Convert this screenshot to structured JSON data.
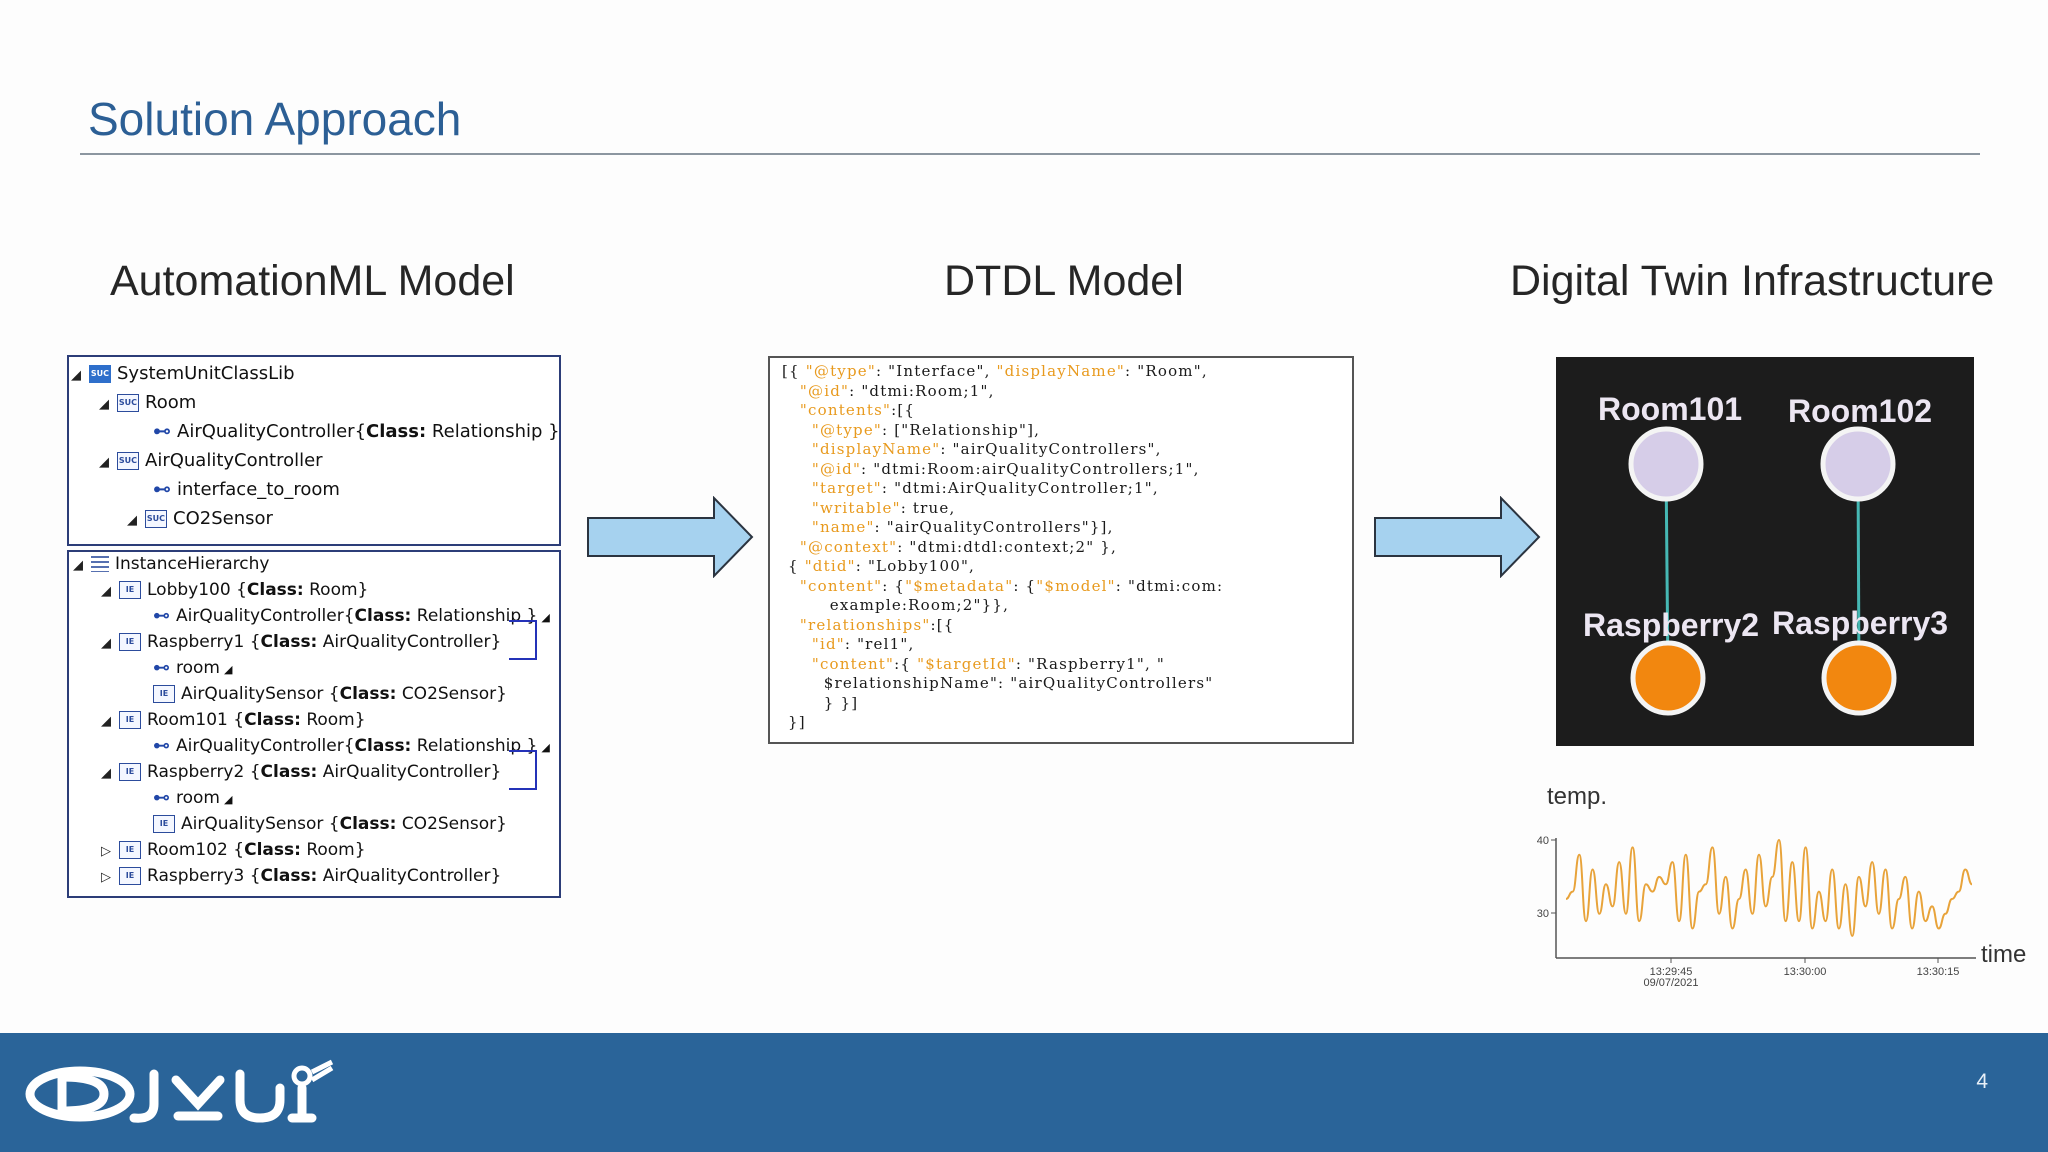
{
  "slide": {
    "title": "Solution Approach",
    "page_number": "4"
  },
  "columns": {
    "aml_heading": "AutomationML Model",
    "dtdl_heading": "DTDL Model",
    "twin_heading": "Digital Twin Infrastructure"
  },
  "aml_model": {
    "system_unit_class_lib": {
      "root": "SystemUnitClassLib",
      "room": "Room",
      "room_child": "AirQualityController",
      "room_child_class_label": "Class:",
      "room_child_class_value": "Relationship",
      "aqc": "AirQualityController",
      "aqc_child": "interface_to_room",
      "co2": "CO2Sensor"
    },
    "instance_hierarchy": {
      "root": "InstanceHierarchy",
      "rows": [
        {
          "name": "Lobby100",
          "class": "Room"
        },
        {
          "name": "AirQualityController",
          "class": "Relationship"
        },
        {
          "name": "Raspberry1",
          "class": "AirQualityController"
        },
        {
          "name": "room",
          "class": ""
        },
        {
          "name": "AirQualitySensor",
          "class": "CO2Sensor"
        },
        {
          "name": "Room101",
          "class": "Room"
        },
        {
          "name": "AirQualityController",
          "class": "Relationship"
        },
        {
          "name": "Raspberry2",
          "class": "AirQualityController"
        },
        {
          "name": "room",
          "class": ""
        },
        {
          "name": "AirQualitySensor",
          "class": "CO2Sensor"
        },
        {
          "name": "Room102",
          "class": "Room"
        },
        {
          "name": "Raspberry3",
          "class": "AirQualityController"
        }
      ],
      "class_label": "Class:"
    }
  },
  "dtdl_model": {
    "json_snippet": "[{ \"@type\": \"Interface\", \"displayName\": \"Room\",\n   \"@id\": \"dtmi:Room;1\",\n   \"contents\":[{\n     \"@type\": [\"Relationship\"],\n     \"displayName\": \"airQualityControllers\",\n     \"@id\": \"dtmi:Room:airQualityControllers;1\",\n     \"target\": \"dtmi:AirQualityController;1\",\n     \"writable\": true,\n     \"name\": \"airQualityControllers\"}],\n   \"@context\": \"dtmi:dtdl:context;2\" },\n { \"dtid\": \"Lobby100\",\n   \"content\": {\"$metadata\": {\"$model\": \"dtmi:com:\n        example:Room;2\"}},\n   \"relationships\":[{\n     \"id\": \"rel1\",\n     \"content\":{ \"$targetId\": \"Raspberry1\", \"\n       $relationshipName\": \"airQualityControllers\"\n       } }]\n }]"
  },
  "digital_twin": {
    "nodes": {
      "room101": "Room101",
      "room102": "Room102",
      "raspberry2": "Raspberry2",
      "raspberry3": "Raspberry3"
    },
    "colors": {
      "room_node": "#d6cde8",
      "device_node": "#f2870f",
      "edge": "#46b8b4"
    }
  },
  "chart_data": {
    "type": "line",
    "ylabel": "temp.",
    "xlabel": "time",
    "y_ticks": [
      "40",
      "30"
    ],
    "x_ticks": [
      "13:29:45",
      "13:30:00",
      "13:30:15"
    ],
    "x_subtick": "09/07/2021",
    "ylim": [
      25,
      41
    ],
    "series": [
      {
        "color": "#e8a33a",
        "values": [
          33,
          34,
          39,
          30,
          37,
          31,
          35,
          32,
          38,
          31,
          40,
          30,
          35,
          34,
          36,
          35,
          38,
          30,
          39,
          29,
          34,
          35,
          40,
          31,
          36,
          29,
          33,
          37,
          31,
          39,
          32,
          36,
          41,
          30,
          38,
          30,
          40,
          29,
          34,
          30,
          37,
          29,
          35,
          28,
          36,
          32,
          38,
          31,
          37,
          29,
          33,
          36,
          29,
          34,
          30,
          32,
          29,
          31,
          33,
          34,
          37,
          35
        ]
      }
    ]
  }
}
